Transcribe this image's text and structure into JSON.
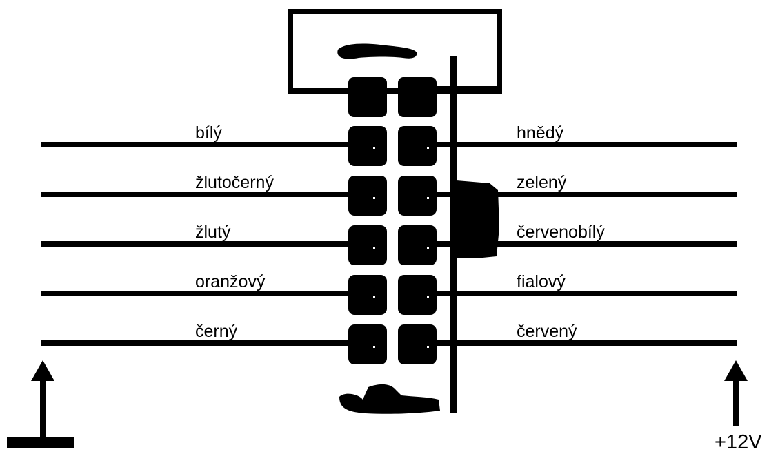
{
  "diagram": {
    "left_wires": [
      {
        "label": "bílý"
      },
      {
        "label": "žlutočerný"
      },
      {
        "label": "žlutý"
      },
      {
        "label": "oranžový"
      },
      {
        "label": "černý"
      }
    ],
    "right_wires": [
      {
        "label": "hnědý"
      },
      {
        "label": "zelený"
      },
      {
        "label": "červenobílý"
      },
      {
        "label": "fialový"
      },
      {
        "label": "červený"
      }
    ],
    "ground_symbol": "ground-icon",
    "supply_label": "+12V",
    "colors": {
      "ink": "#000000",
      "background": "#ffffff"
    }
  }
}
